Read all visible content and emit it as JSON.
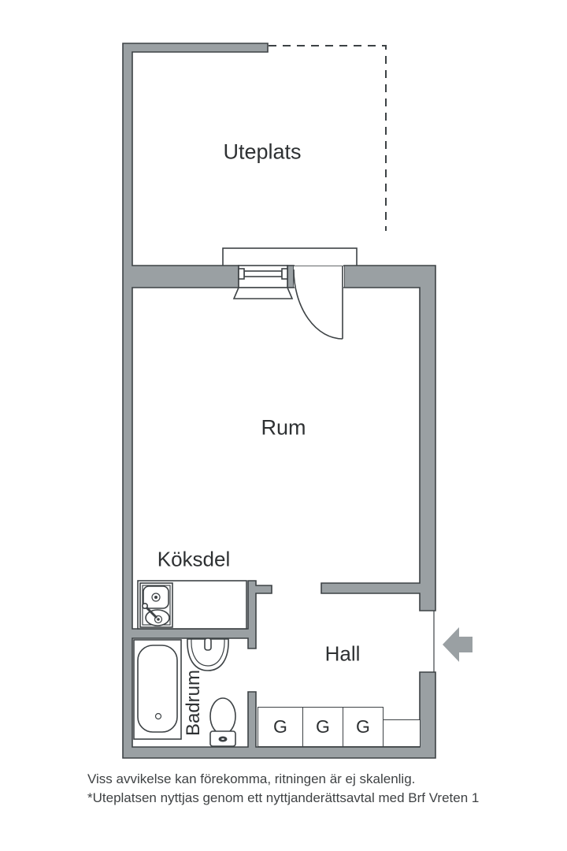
{
  "colors": {
    "wall_fill": "#9aa0a3",
    "wall_outline": "#3d4245",
    "text": "#2e3133",
    "background": "#ffffff"
  },
  "rooms": {
    "uteplats": {
      "label": "Uteplats"
    },
    "rum": {
      "label": "Rum"
    },
    "koksdel": {
      "label": "Köksdel"
    },
    "hall": {
      "label": "Hall"
    },
    "badrum": {
      "label": "Badrum"
    }
  },
  "hall_wardrobes": [
    {
      "label": "G"
    },
    {
      "label": "G"
    },
    {
      "label": "G"
    }
  ],
  "footer": {
    "line1": "Viss avvikelse kan förekomma, ritningen är ej skalenlig.",
    "line2": "*Uteplatsen nyttjas genom ett nyttjanderättsavtal med Brf Vreten 1"
  }
}
